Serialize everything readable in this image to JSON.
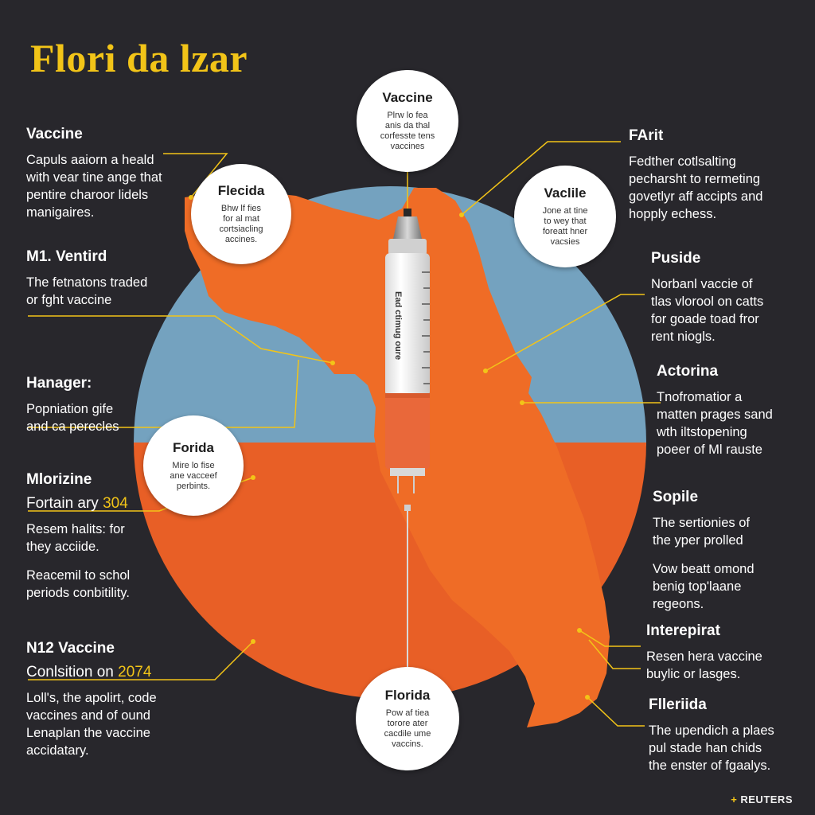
{
  "title": "Flori da lzar",
  "credit": {
    "mark": "+",
    "text": "REUTERS"
  },
  "colors": {
    "background": "#28272c",
    "water": "#74a2bf",
    "land": "#ef6c26",
    "lower_disc": "#e85f26",
    "accent": "#f2c418",
    "leader": "#f2c418"
  },
  "left_notes": [
    {
      "heading": "Vaccine",
      "lines": [
        "Capuls aaiorn a heald",
        "with vear tine ange that",
        "pentire charoor lidels",
        "manigaires."
      ]
    },
    {
      "heading": "M1. Ventird",
      "lines": [
        "The fetnatons traded",
        "or fght vaccine"
      ]
    },
    {
      "heading": "Hanager:",
      "lines": [
        "Popniation gife",
        "and ca perecles"
      ]
    },
    {
      "heading": "Mlorizine",
      "heading2": "Fortain ary",
      "highlight": "304",
      "lines": [
        "Resem halits: for",
        "they acciide."
      ],
      "lines2": [
        "Reacemil to schol",
        "periods conbitility."
      ]
    },
    {
      "heading": "N12 Vaccine",
      "heading2": "Conlsition on",
      "highlight": "2074",
      "lines": [
        "Loll's, the apolirt, code",
        "vaccines and of ound",
        "Lenaplan the vaccine",
        "accidatary."
      ]
    }
  ],
  "right_notes": [
    {
      "heading": "FArit",
      "lines": [
        "Fedther cotlsalting",
        "pecharsht to rermeting",
        "govetlyr aff accipts and",
        "hopply echess."
      ]
    },
    {
      "heading": "Puside",
      "lines": [
        "Norbanl vaccie of",
        "tlas vlorool on catts",
        "for goade toad fror",
        "rent niogls."
      ]
    },
    {
      "heading": "Actorina",
      "lines": [
        "Tnofromatior a",
        "matten prages sand",
        "wth iltstopening",
        "poeer of Ml rauste"
      ]
    },
    {
      "heading": "Sopile",
      "lines": [
        "The sertionies of",
        "the yper prolled"
      ],
      "lines2": [
        "Vow beatt omond",
        "benig top'laane",
        "regeons."
      ]
    },
    {
      "heading": "Interepirat",
      "lines": [
        "Resen hera vaccine",
        "buylic or lasges."
      ]
    },
    {
      "heading": "Flleriida",
      "lines": [
        "The upendich a plaes",
        "pul stade han chids",
        "the enster of fgaalys."
      ]
    }
  ],
  "bubbles": [
    {
      "title": "Vaccine",
      "lines": [
        "Plrw lo fea",
        "anis da thal",
        "corfesste tens",
        "vaccines"
      ]
    },
    {
      "title": "Flecida",
      "lines": [
        "Bhw lf fies",
        "for al mat",
        "cortsiacling",
        "accines."
      ]
    },
    {
      "title": "Vaclile",
      "lines": [
        "Jone at tine",
        "to wey that",
        "foreatt hner",
        "vacsies"
      ]
    },
    {
      "title": "Forida",
      "lines": [
        "Mire lo fise",
        "ane vacceef",
        "perbints."
      ]
    },
    {
      "title": "Florida",
      "lines": [
        "Pow af tiea",
        "torore ater",
        "cacdile ume",
        "vaccins."
      ]
    }
  ],
  "syringe": {
    "label": "Ead ctimug oure"
  }
}
